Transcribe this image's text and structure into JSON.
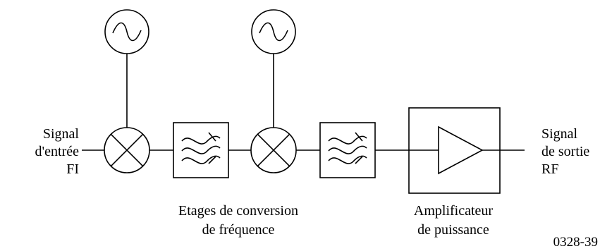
{
  "input_label": {
    "line1": "Signal",
    "line2": "d'entrée",
    "line3": "FI"
  },
  "output_label": {
    "line1": "Signal",
    "line2": "de sortie",
    "line3": "RF"
  },
  "conversion_caption": {
    "line1": "Etages de conversion",
    "line2": "de fréquence"
  },
  "amplifier_caption": {
    "line1": "Amplificateur",
    "line2": "de puissance"
  },
  "reference_code": "0328-39",
  "components": [
    "oscillator-icon",
    "mixer-icon",
    "bandpass-filter-icon",
    "amplifier-triangle-icon"
  ]
}
